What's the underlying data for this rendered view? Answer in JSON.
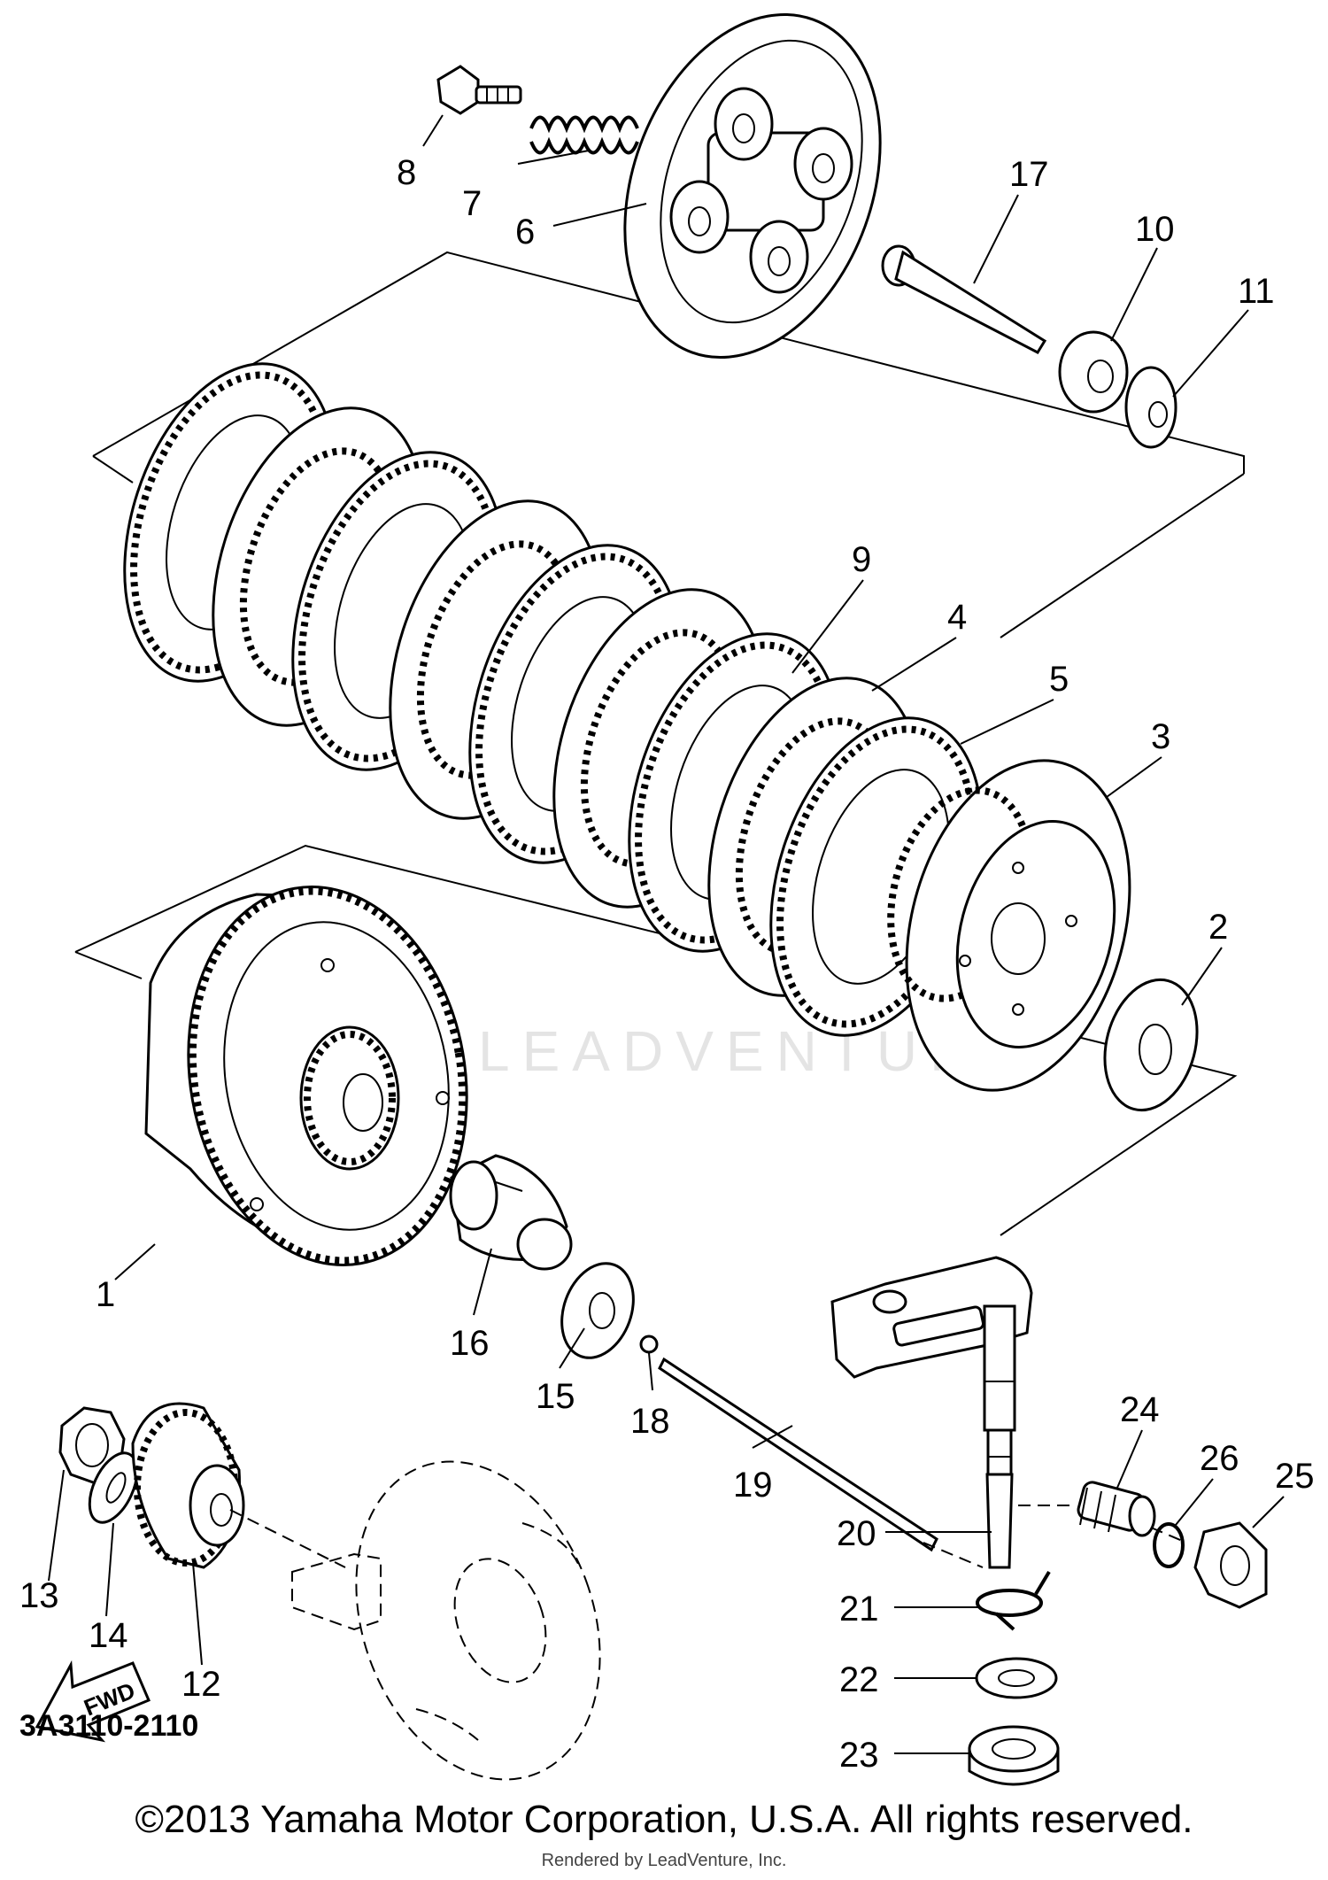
{
  "diagram": {
    "drawing_code": "3A3110-2110",
    "fwd_label": "FWD",
    "part_numbers": [
      "1",
      "2",
      "3",
      "4",
      "5",
      "6",
      "7",
      "8",
      "9",
      "10",
      "11",
      "12",
      "13",
      "14",
      "15",
      "16",
      "17",
      "18",
      "19",
      "20",
      "21",
      "22",
      "23",
      "24",
      "25",
      "26"
    ]
  },
  "watermark": "LEADVENTURE",
  "footer": {
    "copyright": "©2013 Yamaha Motor Corporation, U.S.A. All rights reserved.",
    "rendered_by": "Rendered by LeadVenture, Inc."
  }
}
